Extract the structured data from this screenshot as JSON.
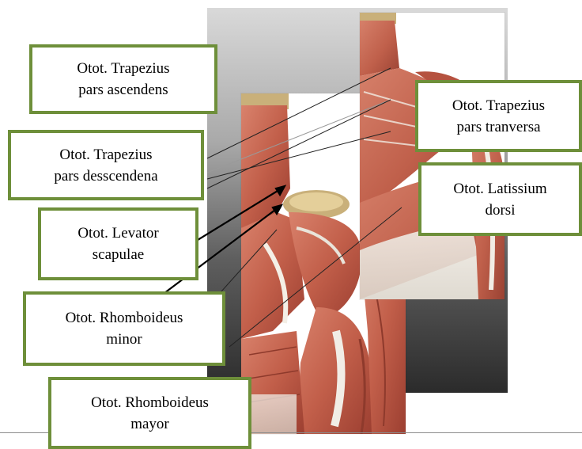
{
  "colors": {
    "label_border": "#6e8f3a",
    "muscle": "#c8644f",
    "muscle_dark": "#9c3f31",
    "tendon": "#e9e4da",
    "bone": "#c9b07a"
  },
  "figure": {
    "plates": [
      "posterior-shoulder-arm-deep",
      "posterior-trunk-superficial"
    ]
  },
  "labels": [
    {
      "id": "trapezius-ascendens",
      "lines": [
        "Otot. Trapezius",
        "pars ascendens"
      ]
    },
    {
      "id": "trapezius-transversa",
      "lines": [
        "Otot. Trapezius",
        "pars tranversa"
      ]
    },
    {
      "id": "trapezius-descendens",
      "lines": [
        "Otot. Trapezius",
        "pars desscendena"
      ]
    },
    {
      "id": "latissimus-dorsi",
      "lines": [
        "Otot. Latissium",
        "dorsi"
      ]
    },
    {
      "id": "levator-scapulae",
      "lines": [
        "Otot. Levator",
        "scapulae"
      ]
    },
    {
      "id": "rhomboideus-minor",
      "lines": [
        "Otot. Rhomboideus",
        "minor"
      ]
    },
    {
      "id": "rhomboideus-major",
      "lines": [
        "Otot. Rhomboideus",
        "mayor"
      ]
    }
  ]
}
